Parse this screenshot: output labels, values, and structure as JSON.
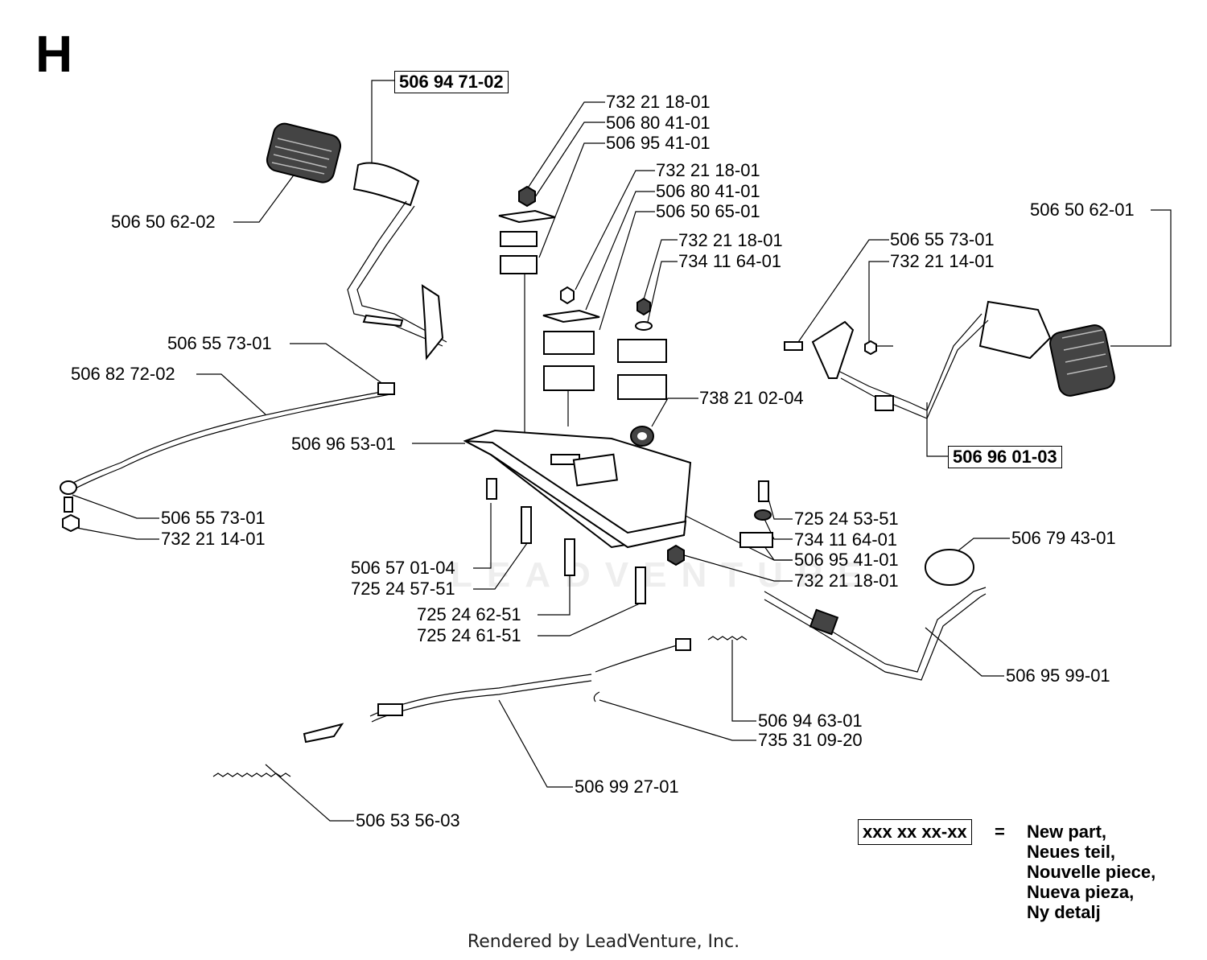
{
  "section_letter": "H",
  "labels": {
    "l1": "506 94 71-02",
    "l2": "506 50 62-02",
    "l3": "732 21 18-01",
    "l4": "506 80 41-01",
    "l5": "506 95 41-01",
    "l6": "732 21 18-01",
    "l7": "506 80 41-01",
    "l8": "506 50 65-01",
    "l9": "732 21 18-01",
    "l10": "734 11 64-01",
    "l11": "506 50 62-01",
    "l12": "506 55 73-01",
    "l13": "732 21 14-01",
    "l14": "506 55 73-01",
    "l15": "506 82 72-02",
    "l16": "738 21 02-04",
    "l17": "506 96 53-01",
    "l18": "506 96 01-03",
    "l19": "725 24 53-51",
    "l20": "734 11 64-01",
    "l21": "506 95 41-01",
    "l22": "732 21 18-01",
    "l23": "506 79 43-01",
    "l24": "506 55 73-01",
    "l25": "732 21 14-01",
    "l26": "506 57 01-04",
    "l27": "725 24 57-51",
    "l28": "725 24 62-51",
    "l29": "725 24 61-51",
    "l30": "506 95 99-01",
    "l31": "506 94 63-01",
    "l32": "735 31 09-20",
    "l33": "506 99 27-01",
    "l34": "506 53 56-03"
  },
  "legend": {
    "code": "xxx xx xx-xx",
    "equals": "=",
    "lines": [
      "New part,",
      "Neues teil,",
      "Nouvelle piece,",
      "Nueva pieza,",
      "Ny detalj"
    ]
  },
  "footer": "Rendered by LeadVenture, Inc.",
  "watermark": "LEADVENTURE"
}
